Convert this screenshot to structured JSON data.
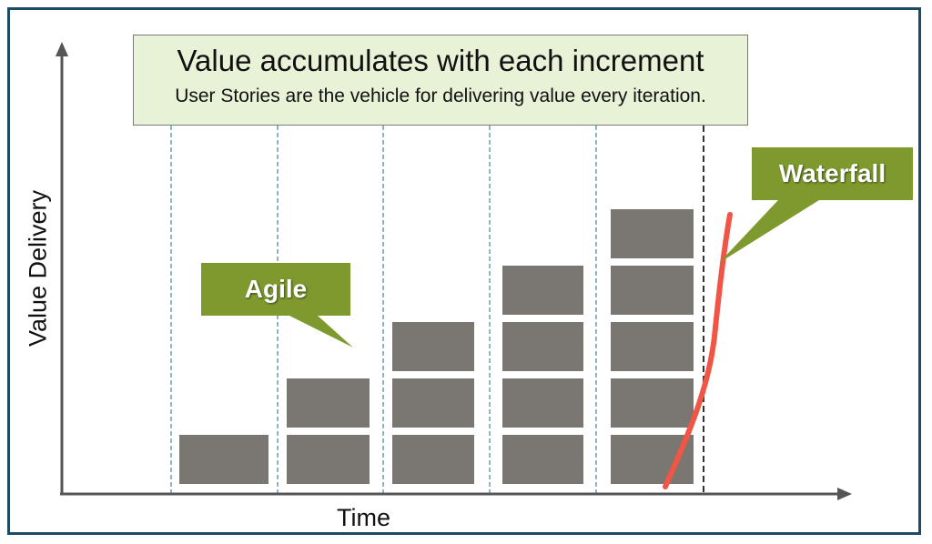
{
  "title": "Value accumulates with each increment",
  "subtitle": "User Stories are the vehicle for delivering value every iteration.",
  "y_axis_label": "Value Delivery",
  "x_axis_label": "Time",
  "agile_label": "Agile",
  "waterfall_label": "Waterfall",
  "colors": {
    "block": "#7a7671",
    "callout": "#7e9a2e",
    "waterfall_line": "#f05545",
    "guide_line": "#4a8595",
    "title_bg": "#e8f2d6",
    "frame": "#1d4b63"
  },
  "increments": [
    1,
    2,
    3,
    4,
    5
  ]
}
